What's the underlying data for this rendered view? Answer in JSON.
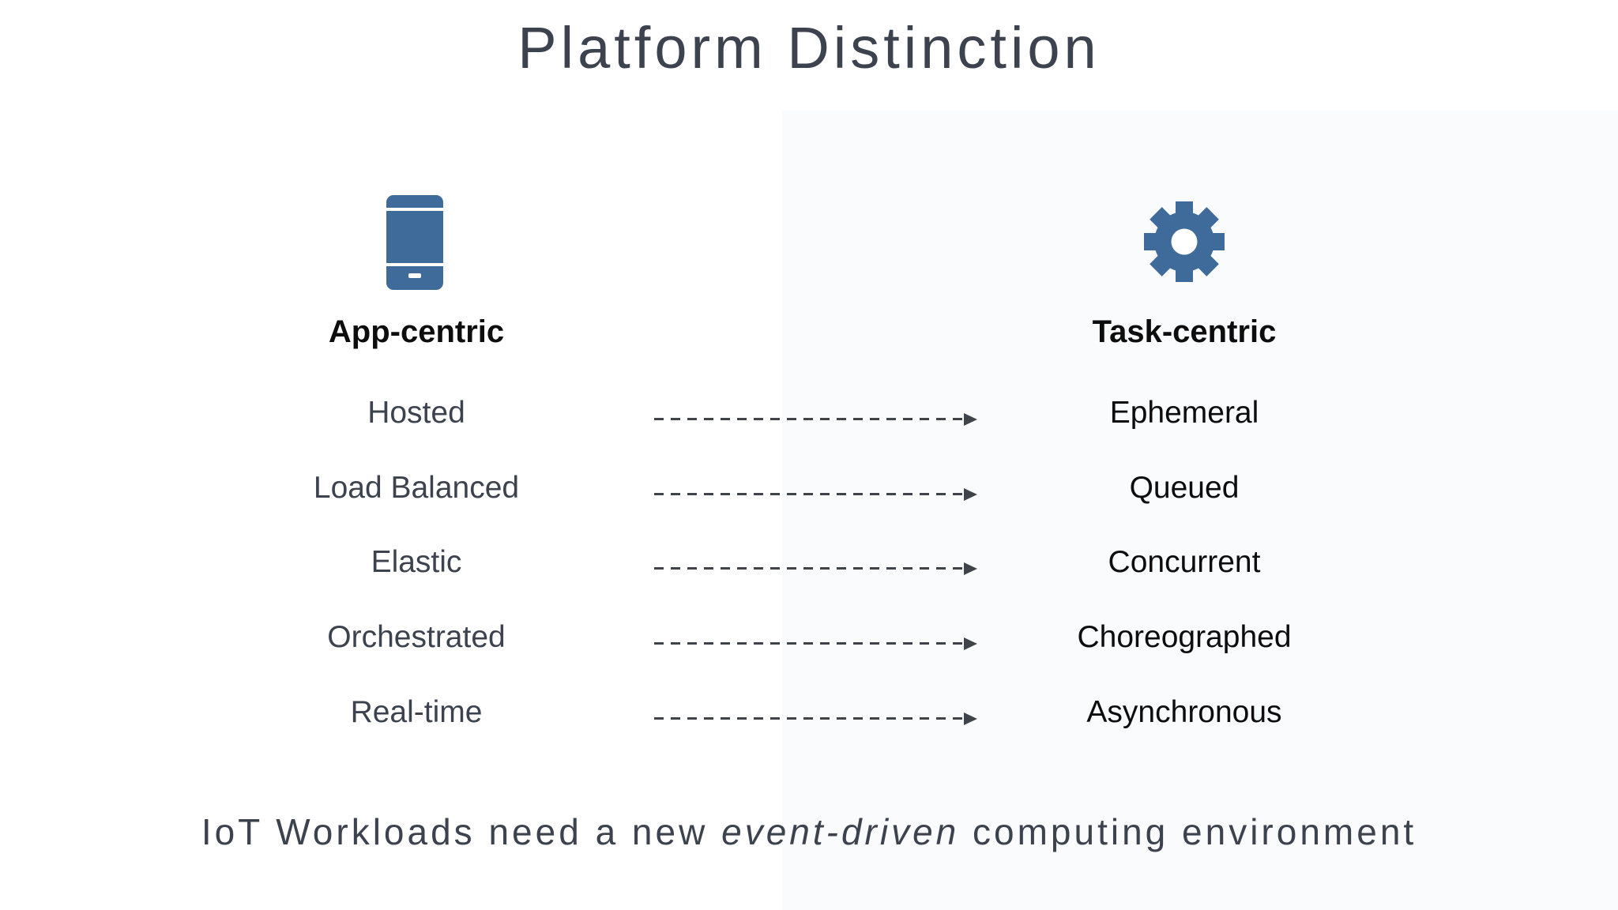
{
  "title": "Platform Distinction",
  "comparison": {
    "left": {
      "icon": "smartphone-icon",
      "header": "App-centric",
      "items": [
        "Hosted",
        "Load Balanced",
        "Elastic",
        "Orchestrated",
        "Real-time"
      ]
    },
    "right": {
      "icon": "gear-icon",
      "header": "Task-centric",
      "items": [
        "Ephemeral",
        "Queued",
        "Concurrent",
        "Choreographed",
        "Asynchronous"
      ]
    },
    "arrows": {
      "style": "dashed",
      "direction": "left-to-right",
      "count": 5
    }
  },
  "caption": {
    "prefix": "IoT Workloads need a new ",
    "emphasis": "event-driven",
    "suffix": " computing environment"
  },
  "colors": {
    "accent_blue": "#3f6b9b",
    "text_dark": "#3c434e",
    "text_black": "#0d0d0d",
    "arrow": "#3f444b",
    "background": "#ffffff"
  }
}
